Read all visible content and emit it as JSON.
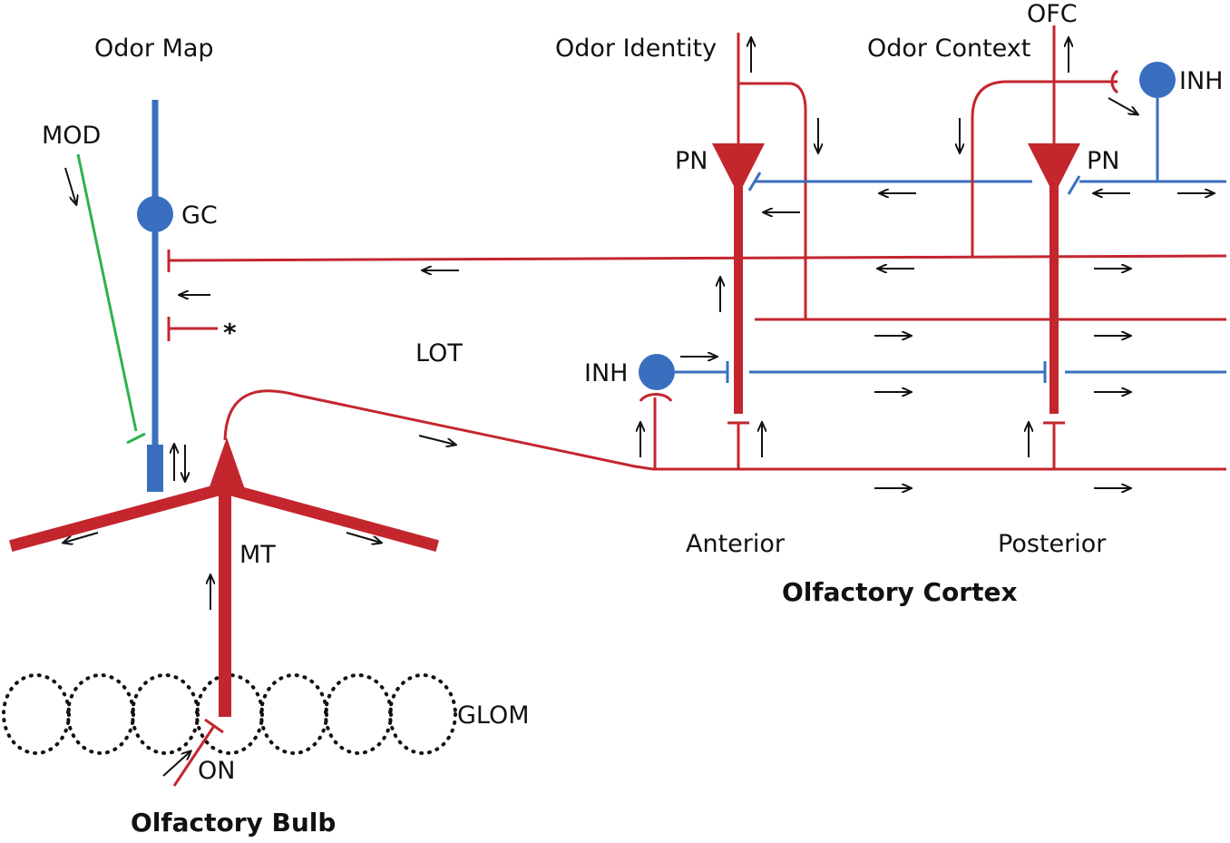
{
  "labels": {
    "odor_map": "Odor Map",
    "mod": "MOD",
    "gc": "GC",
    "asterisk": "*",
    "lot": "LOT",
    "mt": "MT",
    "glom": "GLOM",
    "on": "ON",
    "olfactory_bulb": "Olfactory Bulb",
    "odor_identity": "Odor Identity",
    "odor_context": "Odor Context",
    "ofc": "OFC",
    "inh_top": "INH",
    "pn_anterior": "PN",
    "pn_posterior": "PN",
    "inh_lower": "INH",
    "anterior": "Anterior",
    "posterior": "Posterior",
    "olfactory_cortex": "Olfactory Cortex"
  },
  "colors": {
    "excitatory": "#c4262e",
    "inhibitory": "#3a6fbf",
    "modulatory": "#2db34a",
    "text": "#111111"
  }
}
